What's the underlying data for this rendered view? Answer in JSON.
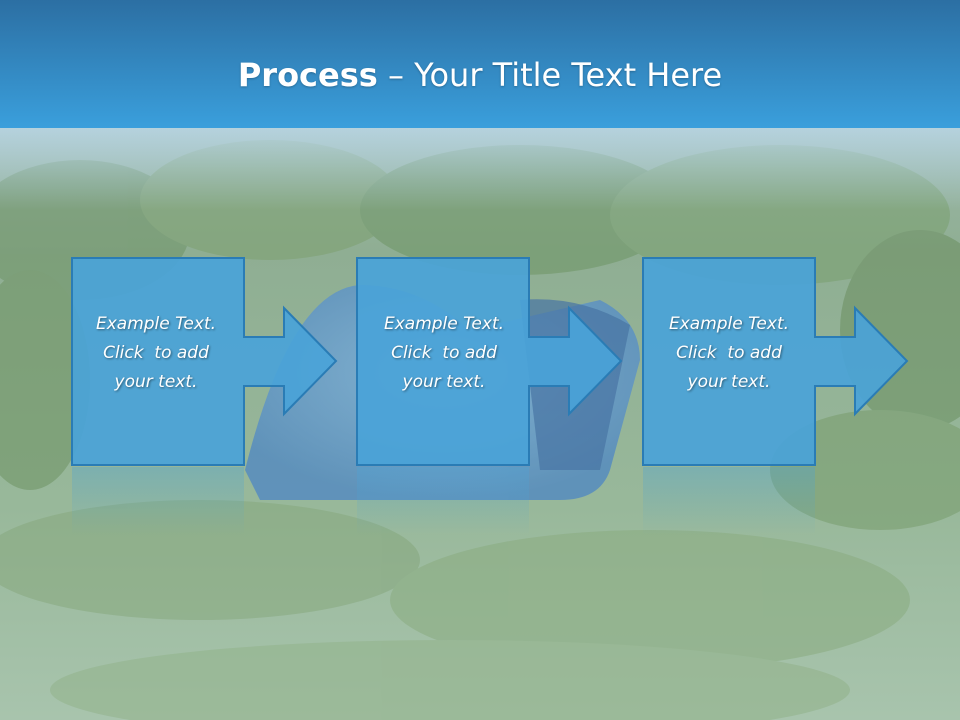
{
  "slide": {
    "title_bold": "Process",
    "title_rest": " – Your Title Text Here"
  },
  "colors": {
    "header_top": "#2c6fa3",
    "header_bottom": "#3a9fdc",
    "box_fill": "#4aa3d8",
    "box_stroke": "#2a7cb5",
    "text": "#ffffff"
  },
  "background_scene": "green-shrubs-tent-grass",
  "steps": [
    {
      "line1": "Example Text.",
      "line2": "Click  to add",
      "line3": "your text."
    },
    {
      "line1": "Example Text.",
      "line2": "Click  to add",
      "line3": "your text."
    },
    {
      "line1": "Example Text.",
      "line2": "Click  to add",
      "line3": "your text."
    }
  ]
}
